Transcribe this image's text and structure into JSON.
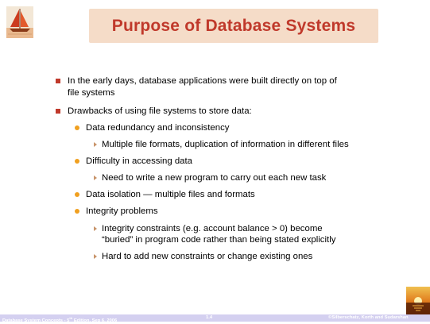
{
  "slide": {
    "title": "Purpose of Database Systems",
    "bullets": {
      "b1_line1": "In the early days, database applications were built directly on top of",
      "b1_line2": "file systems",
      "b2": "Drawbacks of using file systems to store data:",
      "s1": "Data redundancy and inconsistency",
      "s1a": "Multiple file formats, duplication of information in different files",
      "s2": "Difficulty in accessing data",
      "s2a": "Need to write a new program to carry out each new task",
      "s3": "Data isolation — multiple files and formats",
      "s4": "Integrity problems",
      "s4a_line1": "Integrity constraints  (e.g. account balance > 0) become",
      "s4a_line2": "“buried” in program code rather than being stated explicitly",
      "s4b": "Hard to add new constraints or change existing ones"
    }
  },
  "footer": {
    "left_pre": "Database System Concepts - 5",
    "left_sup": "th",
    "left_post": " Edition, Sep 6, 2006",
    "page": "1.4",
    "right": "©Silberschatz, Korth and Sudarshan"
  },
  "colors": {
    "title": "#c0392b",
    "title_bg": "#f5dcc8",
    "square_bullet": "#c0392b",
    "dot_bullet": "#f0a020",
    "footer_bar": "#d4d0f0"
  },
  "icons": {
    "top_left": "sailboat-logo-icon",
    "bottom_right": "sunset-logo-icon"
  }
}
